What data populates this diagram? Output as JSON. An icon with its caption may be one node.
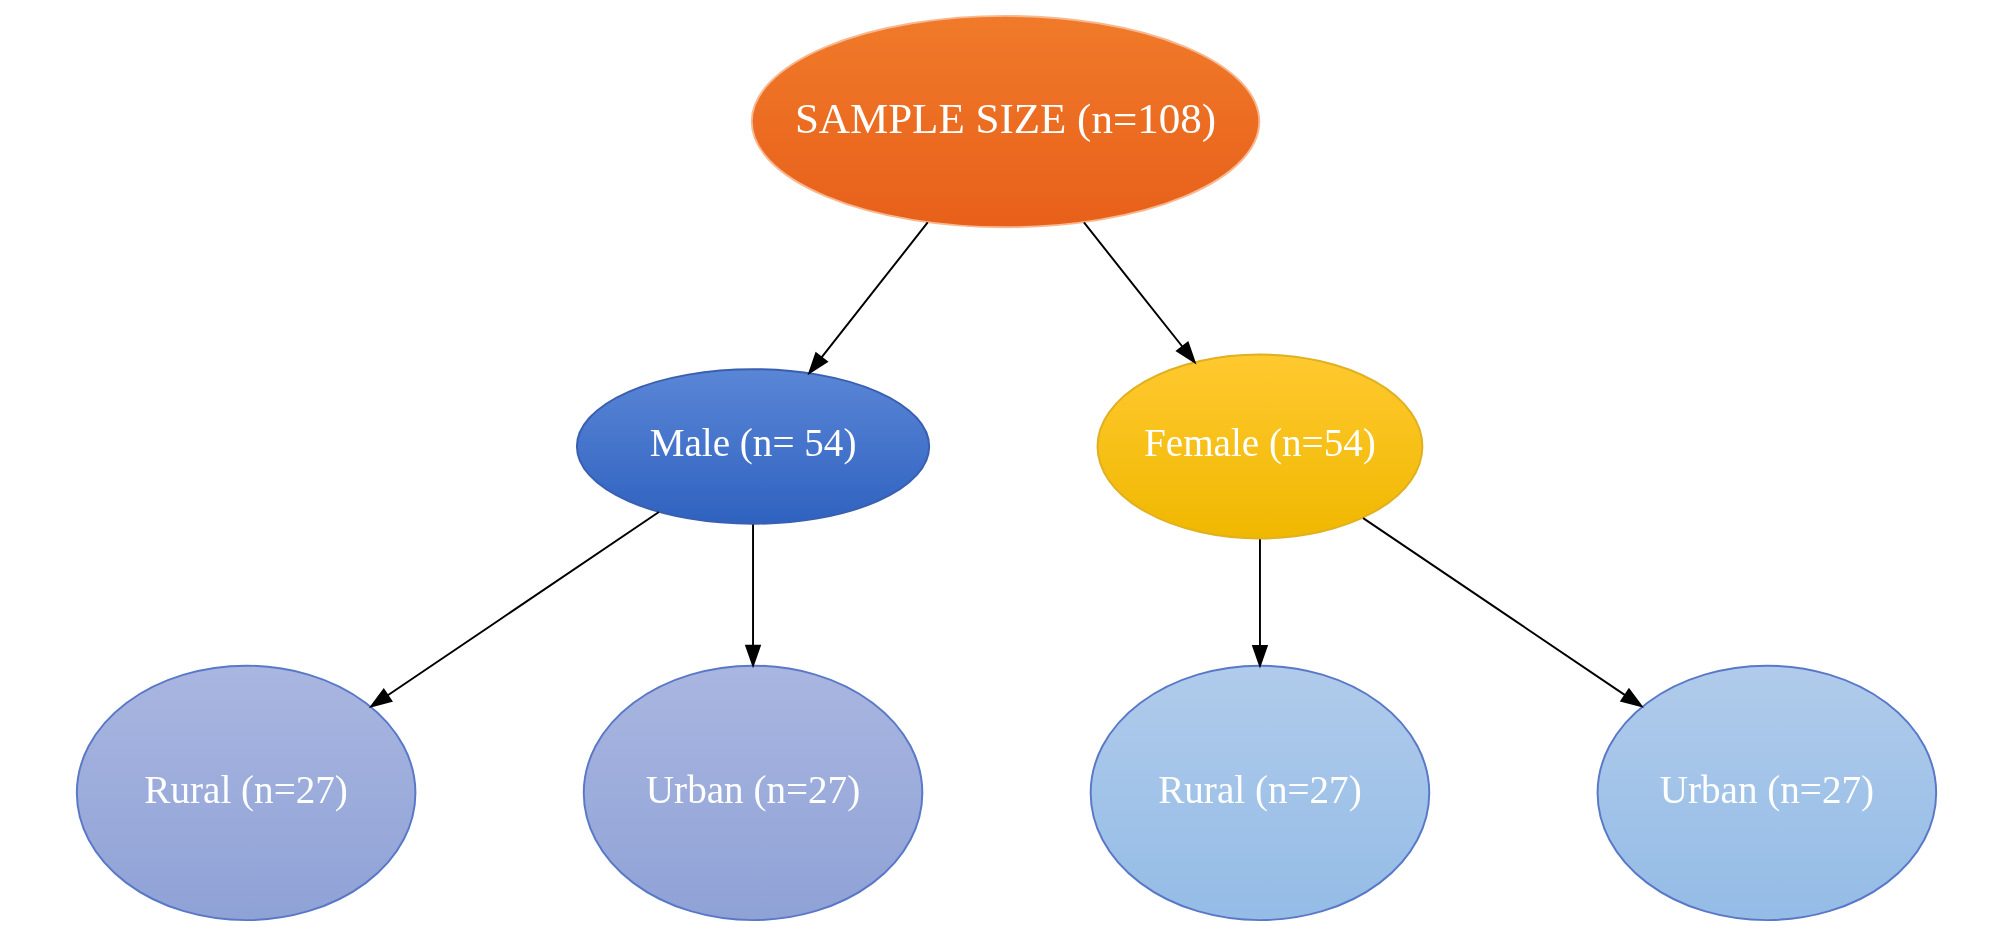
{
  "diagram": {
    "nodes": [
      {
        "text": [
          "SAMPLE SIZE (n=108)"
        ]
      },
      {
        "text": [
          "Male (n= 54)"
        ]
      },
      {
        "text": [
          "Female (n=54)"
        ]
      },
      {
        "text": [
          "Rural (n=27)"
        ]
      },
      {
        "text": [
          "Urban (n=27)"
        ]
      },
      {
        "text": [
          "Rural (n=27)"
        ]
      },
      {
        "text": [
          "Urban (n=27)"
        ]
      }
    ],
    "edges": [
      {
        "from": 0,
        "to": 1,
        "arrow": "to"
      },
      {
        "from": 0,
        "to": 2,
        "arrow": "to"
      },
      {
        "from": 1,
        "to": 3,
        "arrow": "to"
      },
      {
        "from": 1,
        "to": 4,
        "arrow": "to"
      },
      {
        "from": 2,
        "to": 5,
        "arrow": "to"
      },
      {
        "from": 2,
        "to": 6,
        "arrow": "to"
      }
    ]
  }
}
